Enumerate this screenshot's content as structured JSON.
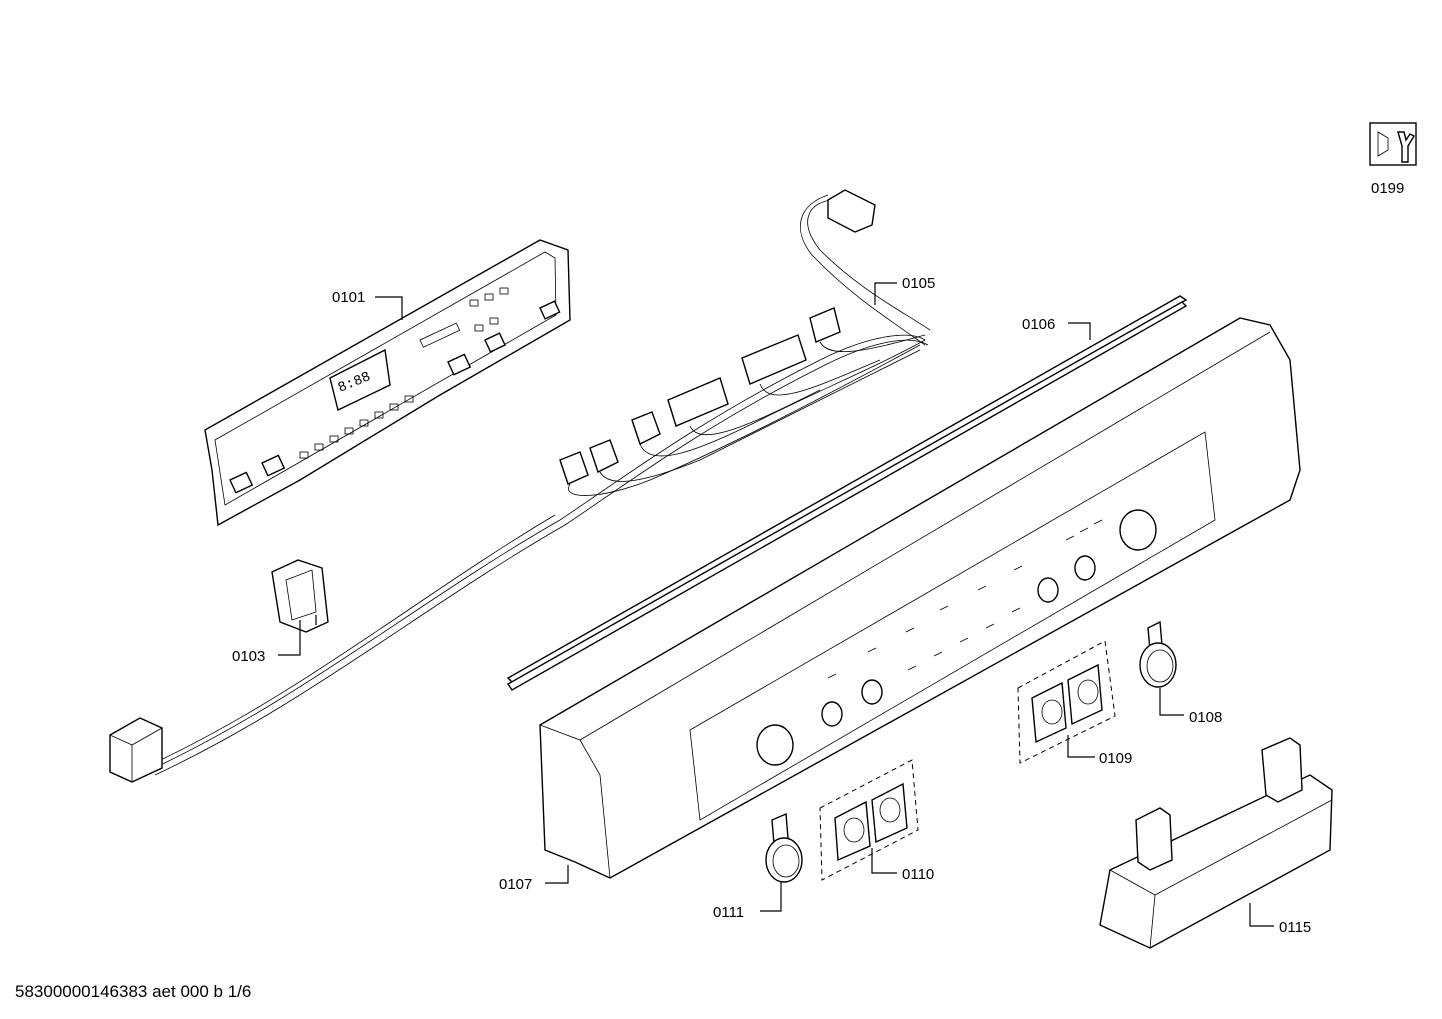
{
  "footer": {
    "document_id": "58300000146383 aet 000 b 1/6"
  },
  "tool_icon": {
    "icon": "service-tool-icon",
    "label": "0199"
  },
  "callouts": {
    "c0101": "0101",
    "c0103": "0103",
    "c0105": "0105",
    "c0106": "0106",
    "c0107": "0107",
    "c0108": "0108",
    "c0109": "0109",
    "c0110": "0110",
    "c0111": "0111",
    "c0115": "0115"
  },
  "display_readout": "8:88"
}
